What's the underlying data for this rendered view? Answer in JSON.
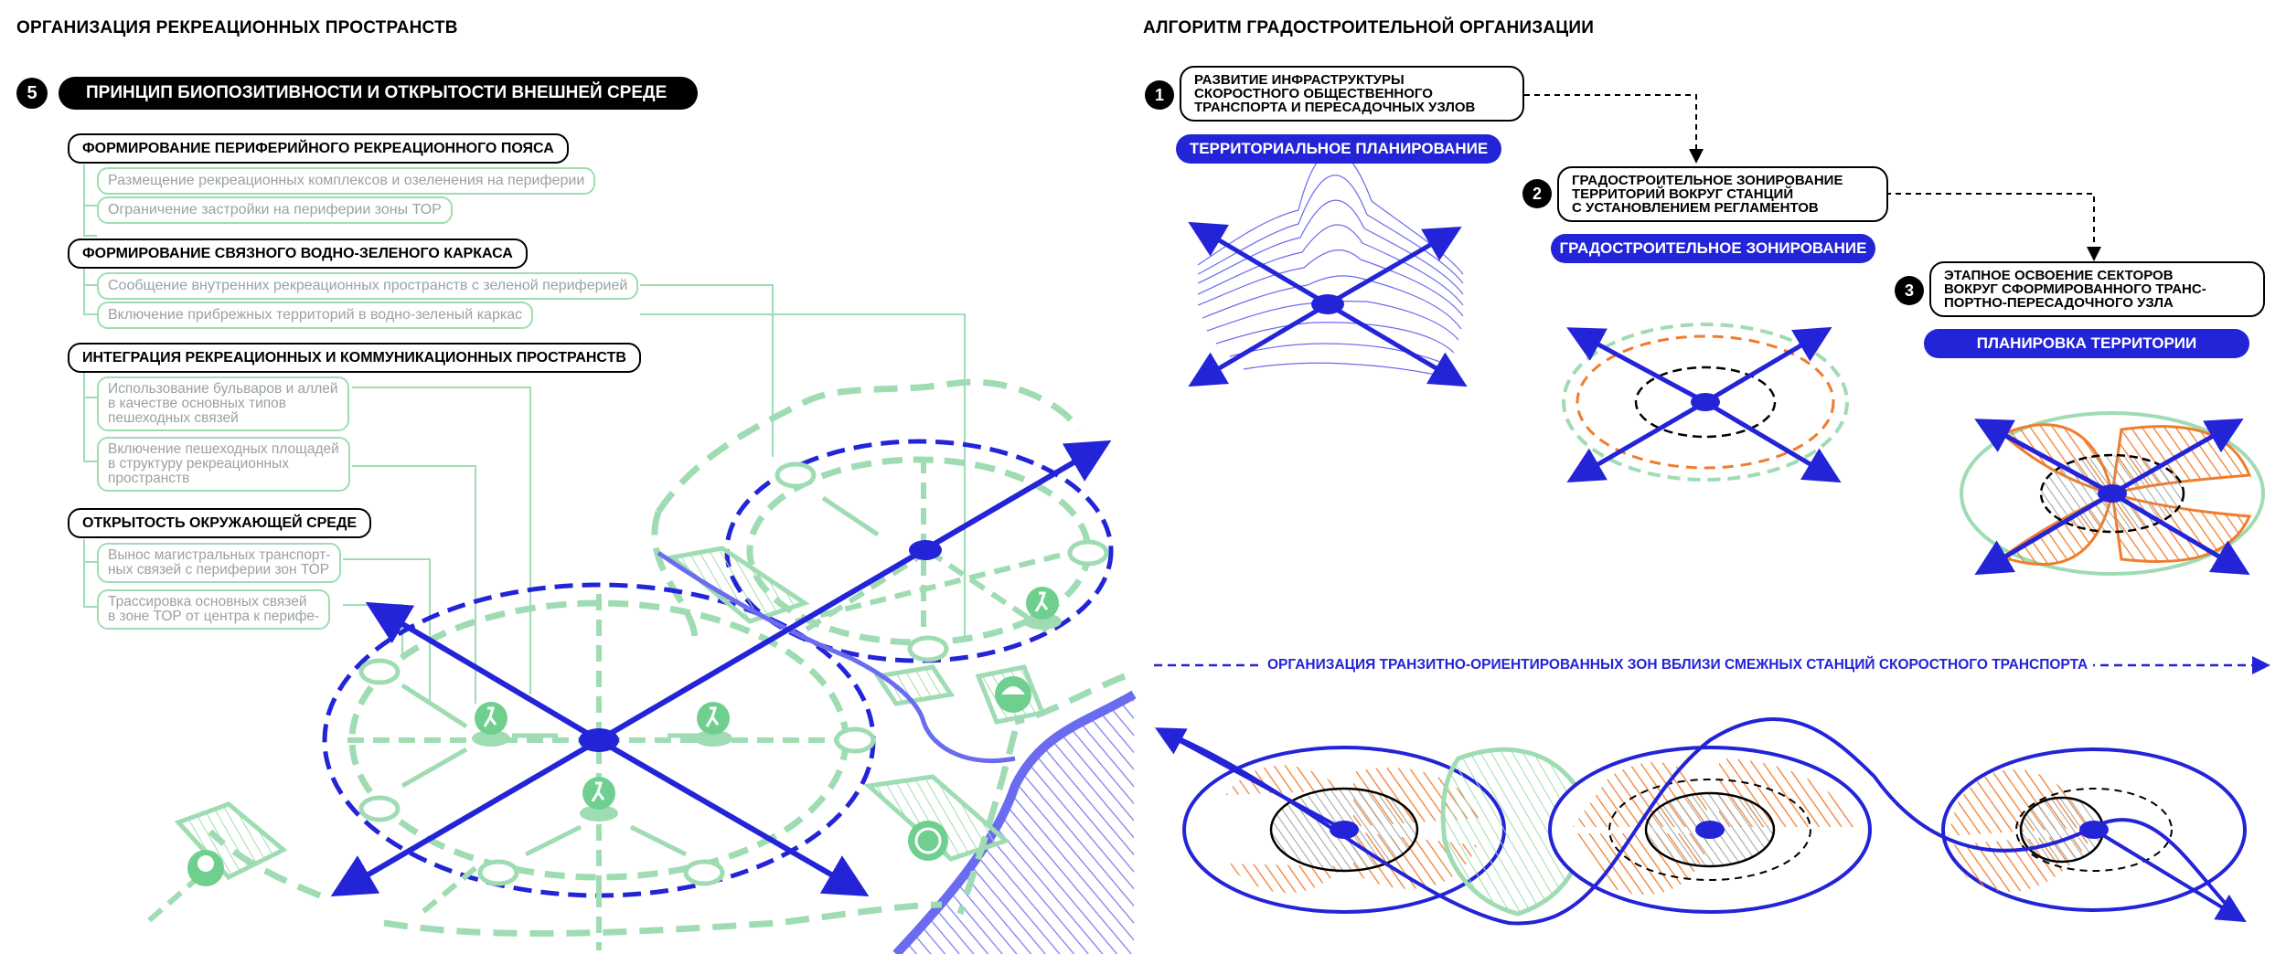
{
  "left": {
    "title": "ОРГАНИЗАЦИЯ РЕКРЕАЦИОННЫХ ПРОСТРАНСТВ",
    "principle_number": "5",
    "principle_title": "ПРИНЦИП БИОПОЗИТИВНОСТИ И ОТКРЫТОСТИ ВНЕШНЕЙ СРЕДЕ",
    "groups": [
      {
        "title": "ФОРМИРОВАНИЕ ПЕРИФЕРИЙНОГО РЕКРЕАЦИОННОГО ПОЯСА",
        "items": [
          [
            "Размещение рекреационных комплексов и озеленения на периферии"
          ],
          [
            "Ограничение застройки на периферии зоны ТОР"
          ]
        ]
      },
      {
        "title": "ФОРМИРОВАНИЕ СВЯЗНОГО ВОДНО-ЗЕЛЕНОГО КАРКАСА",
        "items": [
          [
            "Сообщение внутренних рекреационных пространств с зеленой периферией"
          ],
          [
            "Включение прибрежных территорий в водно-зеленый каркас"
          ]
        ]
      },
      {
        "title": "ИНТЕГРАЦИЯ РЕКРЕАЦИОННЫХ И КОММУНИКАЦИОННЫХ ПРОСТРАНСТВ",
        "items": [
          [
            "Использование бульваров и аллей",
            "в качестве основных типов",
            "пешеходных связей"
          ],
          [
            "Включение пешеходных площадей",
            "в структуру рекреационных",
            "пространств"
          ]
        ]
      },
      {
        "title": "ОТКРЫТОСТЬ ОКРУЖАЮЩЕЙ СРЕДЕ",
        "items": [
          [
            "Вынос магистральных транспорт-",
            "ных связей с периферии зон ТОР"
          ],
          [
            "Трассировка основных связей",
            "в зоне ТОР от центра к перифе-"
          ]
        ]
      }
    ]
  },
  "right": {
    "title": "АЛГОРИТМ ГРАДОСТРОИТЕЛЬНОЙ ОРГАНИЗАЦИИ",
    "steps": [
      {
        "number": "1",
        "lines": [
          "РАЗВИТИЕ ИНФРАСТРУКТУРЫ",
          "СКОРОСТНОГО ОБЩЕСТВЕННОГО",
          "ТРАНСПОРТА И ПЕРЕСАДОЧНЫХ УЗЛОВ"
        ],
        "label": "ТЕРРИТОРИАЛЬНОЕ ПЛАНИРОВАНИЕ"
      },
      {
        "number": "2",
        "lines": [
          "ГРАДОСТРОИТЕЛЬНОЕ ЗОНИРОВАНИЕ",
          "ТЕРРИТОРИЙ ВОКРУГ СТАНЦИЙ",
          "С УСТАНОВЛЕНИЕМ РЕГЛАМЕНТОВ"
        ],
        "label": "ГРАДОСТРОИТЕЛЬНОЕ ЗОНИРОВАНИЕ"
      },
      {
        "number": "3",
        "lines": [
          "ЭТАПНОЕ ОСВОЕНИЕ СЕКТОРОВ",
          "ВОКРУГ СФОРМИРОВАННОГО ТРАНС-",
          "ПОРТНО-ПЕРЕСАДОЧНОГО УЗЛА"
        ],
        "label": "ПЛАНИРОВКА ТЕРРИТОРИИ"
      }
    ],
    "bottom_caption": "ОРГАНИЗАЦИЯ ТРАНЗИТНО-ОРИЕНТИРОВАННЫХ ЗОН ВБЛИЗИ СМЕЖНЫХ СТАНЦИЙ СКОРОСТНОГО ТРАНСПОРТА"
  },
  "colors": {
    "blue": "#2323d8",
    "light_blue": "#6b6bf0",
    "green": "#9fdcb3",
    "green_dark": "#6fcf8f",
    "orange": "#f07c2c",
    "gray": "#9aa3a0",
    "black": "#000000"
  },
  "icons": [
    "pedestrian-icon",
    "tree-icon",
    "beach-icon",
    "ball-icon"
  ]
}
